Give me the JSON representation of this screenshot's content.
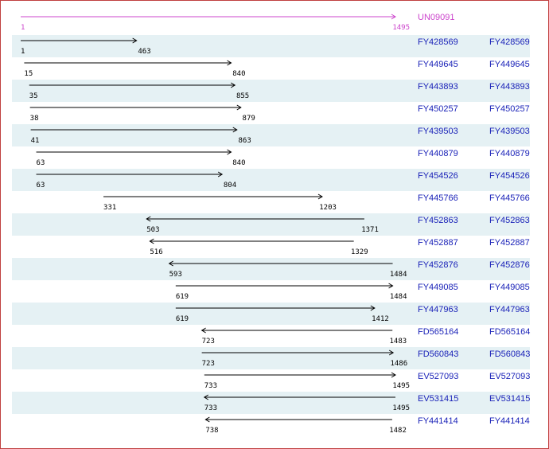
{
  "colors": {
    "reference": "#cc44cc",
    "track": "#000000",
    "link": "#1a22b8",
    "shade": "#e5f1f4",
    "border": "#c0403f"
  },
  "scale": {
    "min": 1,
    "max": 1495
  },
  "reference": {
    "id": "UN09091",
    "start": 1,
    "end": 1495
  },
  "alignments": [
    {
      "id": "FY428569",
      "link": "FY428569",
      "start": 1,
      "end": 463,
      "direction": "forward"
    },
    {
      "id": "FY449645",
      "link": "FY449645",
      "start": 15,
      "end": 840,
      "direction": "forward"
    },
    {
      "id": "FY443893",
      "link": "FY443893",
      "start": 35,
      "end": 855,
      "direction": "forward"
    },
    {
      "id": "FY450257",
      "link": "FY450257",
      "start": 38,
      "end": 879,
      "direction": "forward"
    },
    {
      "id": "FY439503",
      "link": "FY439503",
      "start": 41,
      "end": 863,
      "direction": "forward"
    },
    {
      "id": "FY440879",
      "link": "FY440879",
      "start": 63,
      "end": 840,
      "direction": "forward"
    },
    {
      "id": "FY454526",
      "link": "FY454526",
      "start": 63,
      "end": 804,
      "direction": "forward"
    },
    {
      "id": "FY445766",
      "link": "FY445766",
      "start": 331,
      "end": 1203,
      "direction": "forward"
    },
    {
      "id": "FY452863",
      "link": "FY452863",
      "start": 503,
      "end": 1371,
      "direction": "reverse"
    },
    {
      "id": "FY452887",
      "link": "FY452887",
      "start": 516,
      "end": 1329,
      "direction": "reverse"
    },
    {
      "id": "FY452876",
      "link": "FY452876",
      "start": 593,
      "end": 1484,
      "direction": "reverse"
    },
    {
      "id": "FY449085",
      "link": "FY449085",
      "start": 619,
      "end": 1484,
      "direction": "forward"
    },
    {
      "id": "FY447963",
      "link": "FY447963",
      "start": 619,
      "end": 1412,
      "direction": "forward"
    },
    {
      "id": "FD565164",
      "link": "FD565164",
      "start": 723,
      "end": 1483,
      "direction": "reverse"
    },
    {
      "id": "FD560843",
      "link": "FD560843",
      "start": 723,
      "end": 1486,
      "direction": "forward"
    },
    {
      "id": "EV527093",
      "link": "EV527093",
      "start": 733,
      "end": 1495,
      "direction": "forward"
    },
    {
      "id": "EV531415",
      "link": "EV531415",
      "start": 733,
      "end": 1495,
      "direction": "reverse"
    },
    {
      "id": "FY441414",
      "link": "FY441414",
      "start": 738,
      "end": 1482,
      "direction": "reverse"
    }
  ]
}
